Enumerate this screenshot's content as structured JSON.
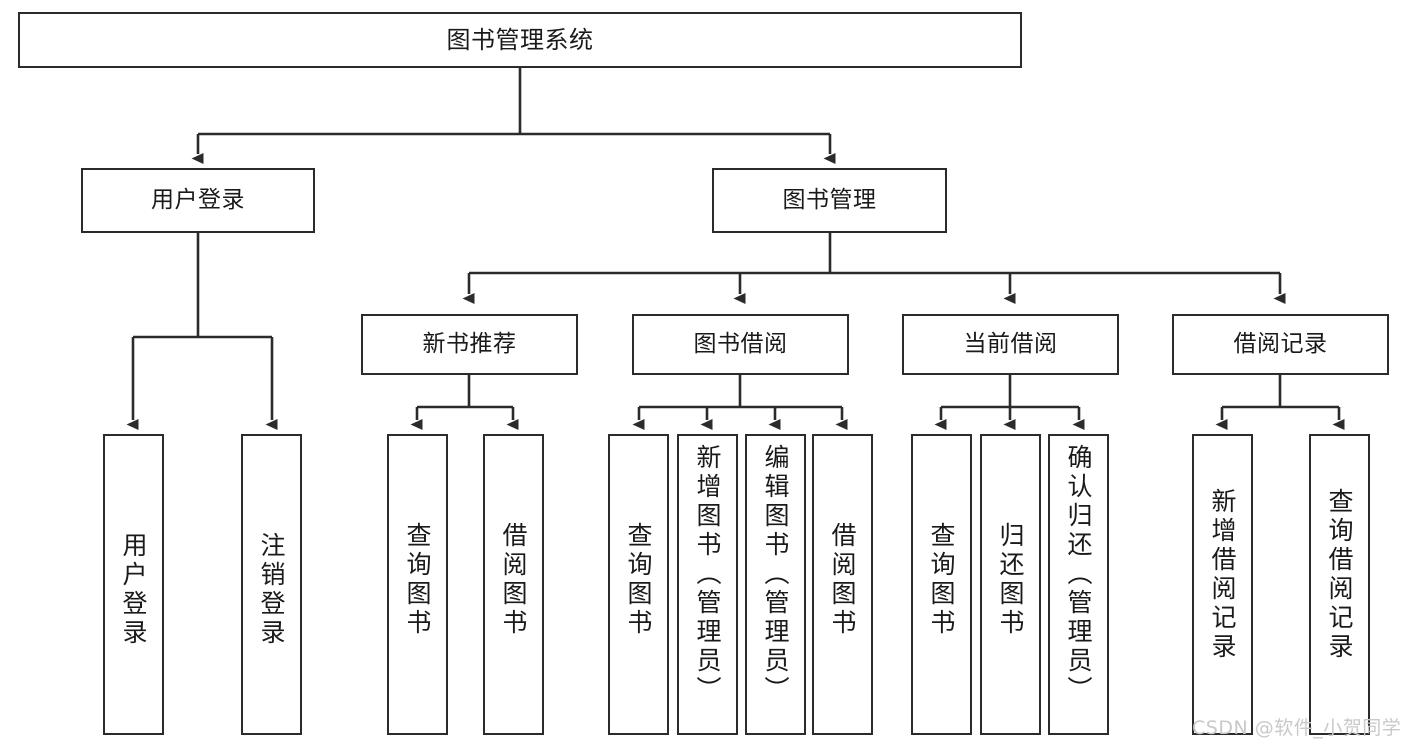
{
  "diagram": {
    "type": "tree-hierarchy",
    "title": "图书管理系统",
    "orientation": "top-down",
    "line_color": "#2b2b2b",
    "box_fill": "#ffffff",
    "text_color": "#1a1a1a",
    "arrowheads": true
  },
  "nodes": {
    "root": {
      "label": "图书管理系统",
      "level": 1
    },
    "level2": [
      {
        "id": "user-login",
        "label": "用户登录"
      },
      {
        "id": "book-manage",
        "label": "图书管理"
      }
    ],
    "level3": [
      {
        "id": "new-book-recommend",
        "label": "新书推荐",
        "parent": "book-manage"
      },
      {
        "id": "book-borrow",
        "label": "图书借阅",
        "parent": "book-manage"
      },
      {
        "id": "current-borrow",
        "label": "当前借阅",
        "parent": "book-manage"
      },
      {
        "id": "borrow-record",
        "label": "借阅记录",
        "parent": "book-manage"
      }
    ],
    "leaves": [
      {
        "id": "leaf-user-login",
        "label": "用户登录",
        "parent": "user-login"
      },
      {
        "id": "leaf-logout-login",
        "label": "注销登录",
        "parent": "user-login"
      },
      {
        "id": "leaf-query-book-1",
        "label": "查询图书",
        "parent": "new-book-recommend"
      },
      {
        "id": "leaf-borrow-book-1",
        "label": "借阅图书",
        "parent": "new-book-recommend"
      },
      {
        "id": "leaf-query-book-2",
        "label": "查询图书",
        "parent": "book-borrow"
      },
      {
        "id": "leaf-add-book",
        "label": "新增图书（管理员）",
        "parent": "book-borrow"
      },
      {
        "id": "leaf-edit-book",
        "label": "编辑图书（管理员）",
        "parent": "book-borrow"
      },
      {
        "id": "leaf-borrow-book-2",
        "label": "借阅图书",
        "parent": "book-borrow"
      },
      {
        "id": "leaf-query-book-3",
        "label": "查询图书",
        "parent": "current-borrow"
      },
      {
        "id": "leaf-return-book",
        "label": "归还图书",
        "parent": "current-borrow"
      },
      {
        "id": "leaf-confirm-return",
        "label": "确认归还（管理员）",
        "parent": "current-borrow"
      },
      {
        "id": "leaf-add-record",
        "label": "新增借阅记录",
        "parent": "borrow-record"
      },
      {
        "id": "leaf-query-record",
        "label": "查询借阅记录",
        "parent": "borrow-record"
      }
    ]
  },
  "watermark": {
    "text": "CSDN @软件_小贺同学",
    "color": "#c9c9c9"
  }
}
